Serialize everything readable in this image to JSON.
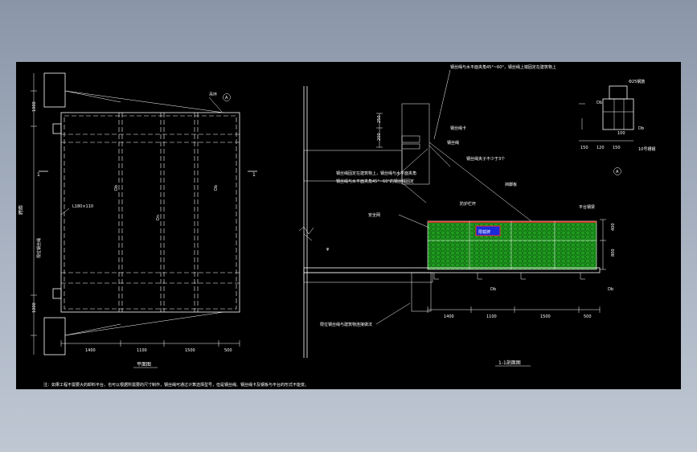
{
  "plan": {
    "dims_bottom": [
      "1400",
      "1100",
      "1500",
      "500"
    ],
    "dims_left_top": "1000",
    "dims_left_bottom": "1000",
    "label_span": "跨距",
    "label_pipe": "L180×110",
    "label_anchor": "吊环",
    "label_tag": "限位钢丝绳",
    "label_db1": "Db",
    "label_db2": "Db",
    "callout": "A",
    "section_mark_left": "1",
    "section_mark_right": "1",
    "title": "平面图"
  },
  "section": {
    "dims_vertical": [
      "200",
      "250"
    ],
    "dims_right": [
      "400",
      "800"
    ],
    "dims_bottom": [
      "1400",
      "1100",
      "1500",
      "500"
    ],
    "notes": [
      "钢丝绳与水平面夹角45°~60°，钢丝绳上端固定在建筑物上",
      "钢丝绳卡",
      "钢丝绳",
      "钢丝绳夹子不少于3个",
      "钢丝绳固定在建筑物上，钢丝绳与水平面夹角",
      "钢丝绳与水平面夹角45°~60°的钢丝绳固定",
      "安全网",
      "防护栏杆",
      "挡脚板",
      "平台钢梁",
      "限位钢丝绳与建筑物连接做法",
      "Db",
      "Db"
    ],
    "sign_text": "限载牌",
    "title": "1-1剖面图"
  },
  "detail": {
    "dims": [
      "150",
      "120",
      "150",
      "100"
    ],
    "labels": [
      "Db",
      "Φ25钢筋",
      "Db",
      "10号槽钢"
    ],
    "callout": "A"
  },
  "footnote": "注：如果工程不需要大的卸料平台，也可以根据所需要的尺寸制作，钢丝绳可通过计算选择型号，但是钢丝绳、钢丝绳卡及钢板与平台的形式不能变。",
  "colors": {
    "background": "#000000",
    "lines": "#ffffff",
    "mesh": "#1a8a1a",
    "accent": "#ff2a2a"
  }
}
